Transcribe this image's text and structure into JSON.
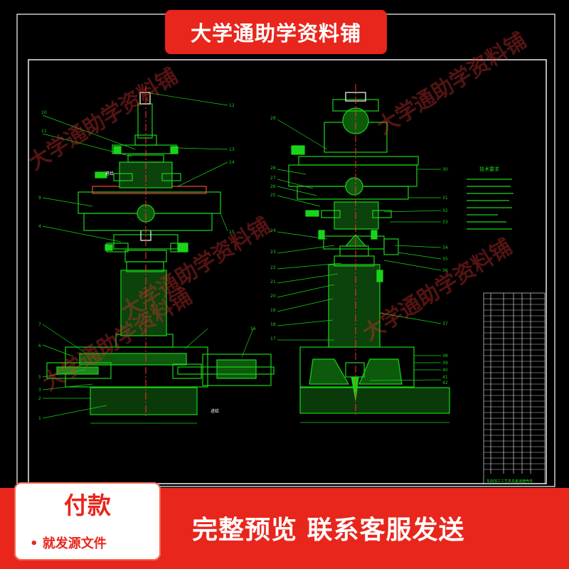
{
  "banner": {
    "title": "大学通助学资料铺"
  },
  "watermark": {
    "text": "大学通助学资料铺"
  },
  "payment": {
    "title": "付款",
    "subtitle": "• 就发源文件"
  },
  "slogan": {
    "text": "完整预览 联系客服发送"
  },
  "drawing": {
    "notes_title": "技术要求",
    "labels_left": [
      "10",
      "11",
      "12",
      "13",
      "14",
      "15",
      "9",
      "4",
      "7",
      "6",
      "5",
      "3",
      "2",
      "1",
      "16"
    ],
    "labels_right": [
      "29",
      "28",
      "27",
      "26",
      "25",
      "24",
      "23",
      "22",
      "21",
      "20",
      "19",
      "18",
      "17",
      "30",
      "31",
      "32",
      "33",
      "34",
      "35",
      "36",
      "37",
      "38",
      "39",
      "40",
      "41",
      "42"
    ],
    "annotations": [
      "进给",
      "进给"
    ],
    "title_block": [
      "车削加工工艺夹具",
      "差速器壳体"
    ]
  },
  "colors": {
    "accent": "#e8261c",
    "line": "#19d419",
    "frame": "#ffffff",
    "center": "#ff3030"
  }
}
